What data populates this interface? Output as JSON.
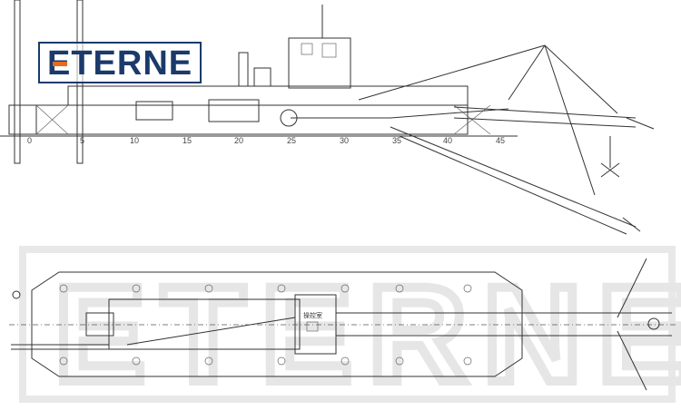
{
  "logo": {
    "text": "ETERNE",
    "brand_color": "#1b3a6b",
    "accent_color": "#e8691b"
  },
  "side_view": {
    "scale_ticks": [
      "0",
      "5",
      "10",
      "15",
      "20",
      "25",
      "30",
      "35",
      "40",
      "45"
    ]
  },
  "plan_view": {
    "control_room_label": "操控室",
    "watermark": "ETERNE"
  }
}
